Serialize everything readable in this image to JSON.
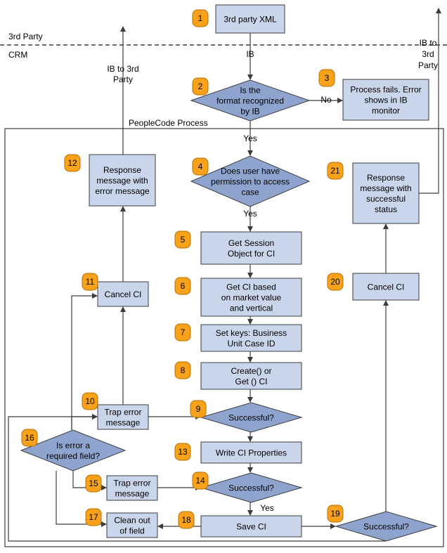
{
  "colors": {
    "box_fill": "#c9d5ea",
    "box_stroke": "#3c3c3c",
    "diamond_fill": "#8ea4cf",
    "badge_fill": "#f7a21a",
    "badge_stroke": "#b86e00",
    "line": "#3c3c3c"
  },
  "zones": {
    "third_party": "3rd Party",
    "crm": "CRM",
    "peoplecode_process": "PeopleCode Process"
  },
  "edge_labels": {
    "ib": "IB",
    "no": "No",
    "yes_1": "Yes",
    "yes_2": "Yes",
    "yes_3": "Yes",
    "ib_to_3rd_left": [
      "IB to 3rd",
      "Party"
    ],
    "ib_to_3rd_right": [
      "IB to",
      "3rd",
      "Party"
    ]
  },
  "nodes": [
    {
      "id": "n1",
      "step": "1",
      "shape": "box",
      "lines": [
        "3rd party XML"
      ]
    },
    {
      "id": "n2",
      "step": "2",
      "shape": "diamond",
      "lines": [
        "Is the",
        "format recognized",
        "by IB"
      ]
    },
    {
      "id": "n3",
      "step": "3",
      "shape": "box",
      "lines": [
        "Process fails. Error",
        "shows in IB",
        "monitor"
      ]
    },
    {
      "id": "n4",
      "step": "4",
      "shape": "diamond",
      "lines": [
        "Does user have",
        "permission to access",
        "case"
      ]
    },
    {
      "id": "n5",
      "step": "5",
      "shape": "box",
      "lines": [
        "Get Session",
        "Object for CI"
      ]
    },
    {
      "id": "n6",
      "step": "6",
      "shape": "box",
      "lines": [
        "Get CI based",
        "on market value",
        "and vertical"
      ]
    },
    {
      "id": "n7",
      "step": "7",
      "shape": "box",
      "lines": [
        "Set keys: Business",
        "Unit Case ID"
      ]
    },
    {
      "id": "n8",
      "step": "8",
      "shape": "box",
      "lines": [
        "Create() or",
        "Get () CI"
      ]
    },
    {
      "id": "n9",
      "step": "9",
      "shape": "diamond",
      "lines": [
        "Successful?"
      ]
    },
    {
      "id": "n10",
      "step": "10",
      "shape": "box",
      "lines": [
        "Trap error",
        "message"
      ]
    },
    {
      "id": "n11",
      "step": "11",
      "shape": "box",
      "lines": [
        "Cancel CI"
      ]
    },
    {
      "id": "n12",
      "step": "12",
      "shape": "box",
      "lines": [
        "Response",
        "message with",
        "error message"
      ]
    },
    {
      "id": "n13",
      "step": "13",
      "shape": "box",
      "lines": [
        "Write CI Properties"
      ]
    },
    {
      "id": "n14",
      "step": "14",
      "shape": "diamond",
      "lines": [
        "Successful?"
      ]
    },
    {
      "id": "n15",
      "step": "15",
      "shape": "box",
      "lines": [
        "Trap error",
        "message"
      ]
    },
    {
      "id": "n16",
      "step": "16",
      "shape": "diamond",
      "lines": [
        "Is error a",
        "required field?"
      ]
    },
    {
      "id": "n17",
      "step": "17",
      "shape": "box",
      "lines": [
        "Clean out",
        "of field"
      ]
    },
    {
      "id": "n18",
      "step": "18",
      "shape": "box",
      "lines": [
        "Save CI"
      ]
    },
    {
      "id": "n19",
      "step": "19",
      "shape": "diamond",
      "lines": [
        "Successful?"
      ]
    },
    {
      "id": "n20",
      "step": "20",
      "shape": "box",
      "lines": [
        "Cancel CI"
      ]
    },
    {
      "id": "n21",
      "step": "21",
      "shape": "box",
      "lines": [
        "Response",
        "message with",
        "successful",
        "status"
      ]
    }
  ]
}
